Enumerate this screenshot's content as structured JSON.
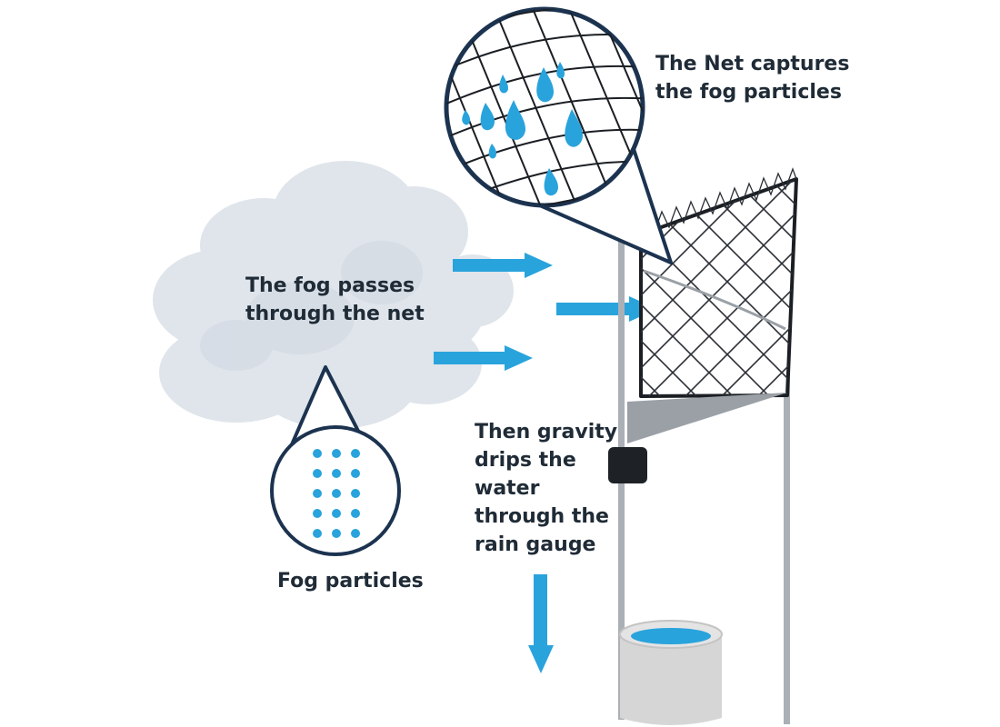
{
  "labels": {
    "net_captures": "The Net captures\nthe fog particles",
    "fog_passes": "The fog passes\nthrough the net",
    "gravity": "Then gravity\ndrips the\nwater\nthrough the\nrain gauge",
    "fog_particles": "Fog particles"
  },
  "colors": {
    "water_blue": "#29a3dc",
    "outline_navy": "#1c3350",
    "pole_gray": "#aab0b6",
    "fog_gray": "#dde3ea",
    "funnel_gray": "#9aa0a6",
    "gauge_gray": "#d6d6d6"
  }
}
